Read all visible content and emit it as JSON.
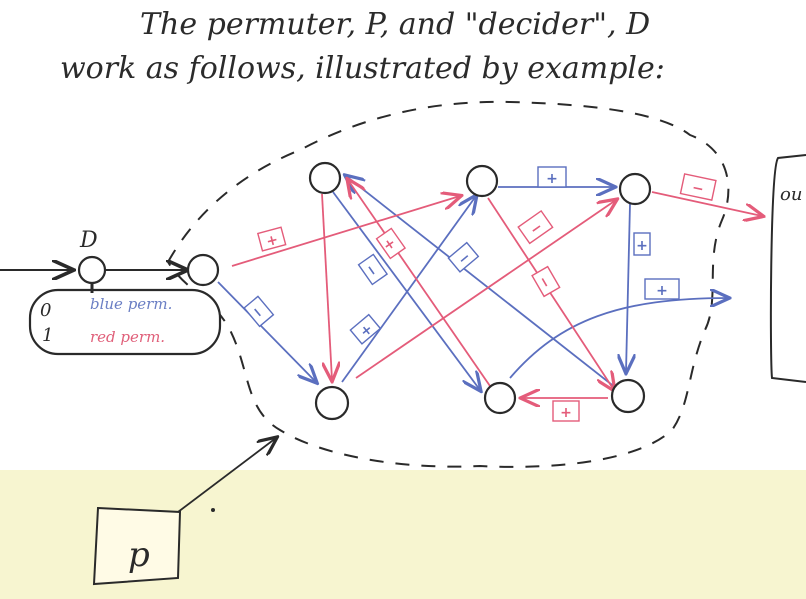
{
  "title": {
    "line1": "The permuter, P, and \"decider\", D",
    "line2": "work as follows, illustrated by example:"
  },
  "decider": {
    "label": "D",
    "legend": [
      {
        "bit": "0",
        "text": "blue perm.",
        "color": "#6b7fc4"
      },
      {
        "bit": "1",
        "text": "red perm.",
        "color": "#e0607a"
      }
    ]
  },
  "permuter_box": {
    "label": "p"
  },
  "output_box": {
    "label": "ou"
  },
  "colors": {
    "blue": "#5b6fbf",
    "red": "#e45c7a",
    "ink": "#2a2a2a",
    "paper_tint": "#f6f3c8"
  },
  "edge_signs": {
    "in_to_left_upper_red": "+",
    "in_to_left_lower_blue": "−",
    "top_row_blue": "+",
    "right_to_out_red": "−",
    "cross_red_a": "+",
    "cross_blue_b": "−",
    "cross_blue_c": "+",
    "cross_blue_d": "−",
    "cross_red_e": "−",
    "cross_red_f": "−",
    "right_down_blue": "+",
    "right_out_blue": "+",
    "bottom_red": "+"
  }
}
